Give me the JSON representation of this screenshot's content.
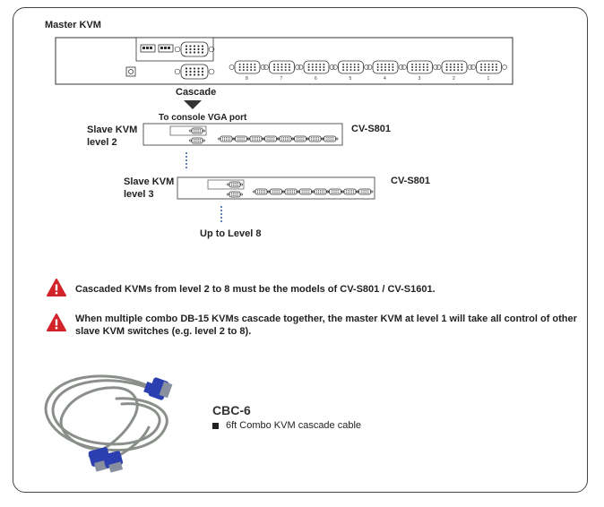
{
  "labels": {
    "master": "Master KVM",
    "cascade": "Cascade",
    "console": "To console VGA port",
    "slave2": "Slave KVM\nlevel 2",
    "slave3": "Slave KVM\nlevel 3",
    "model2": "CV-S801",
    "model3": "CV-S801",
    "upto": "Up to Level 8"
  },
  "port_numbers": [
    "8",
    "7",
    "6",
    "5",
    "4",
    "3",
    "2",
    "1"
  ],
  "warnings": [
    "Cascaded KVMs from level 2 to 8 must be the models of CV-S801 / CV-S1601.",
    "When multiple combo DB-15 KVMs cascade together, the master KVM at level 1 will take all control of other slave KVM switches (e.g. level 2 to 8)."
  ],
  "product": {
    "name": "CBC-6",
    "description": "6ft Combo KVM cascade cable"
  },
  "colors": {
    "warning_red": "#d2232a",
    "cable_gray": "#8a8f8a",
    "connector_blue": "#2b3fb0"
  }
}
